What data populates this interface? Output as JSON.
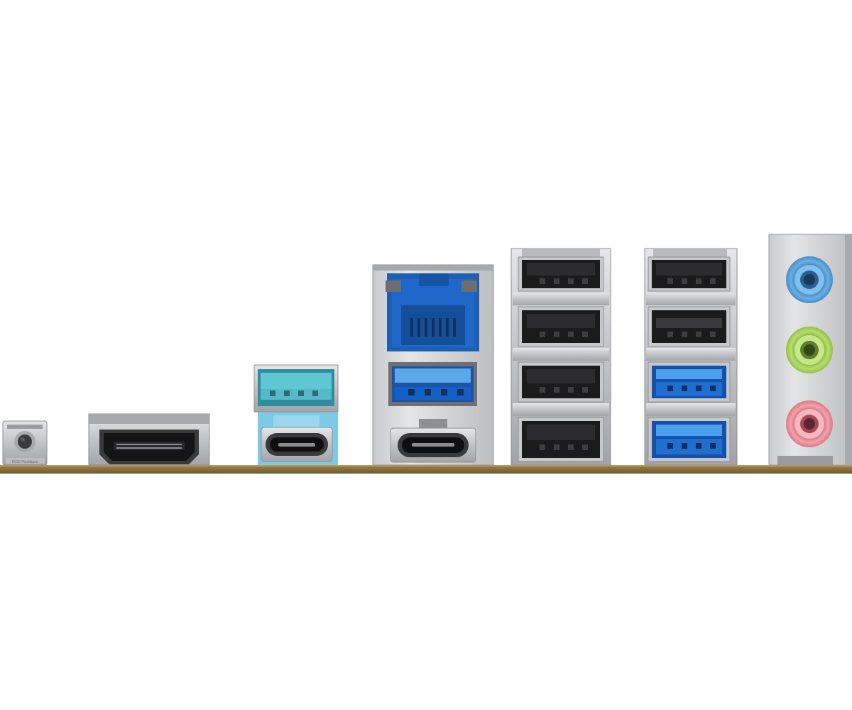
{
  "scene": {
    "subject": "motherboard-rear-io-panel",
    "background_color": "#ffffff",
    "pcb_color": "#8a7040",
    "button_label_text": "BIOS Flashback"
  },
  "colors": {
    "steel_light": "#d9d9db",
    "steel_mid": "#b8b9bc",
    "steel_dark": "#8e8f93",
    "port_black": "#1b1b1c",
    "usb2_insert": "#2c2c2e",
    "usb3_blue": "#1f6fd0",
    "usb3_insert_blue": "#1560c4",
    "usb3_top_light_blue": "#5fc6d4",
    "usb3_top_housing": "#7cc9e8",
    "rj45_blue": "#1f68c9",
    "audio_blue": "#5aa4d8",
    "audio_green": "#a6d15a",
    "audio_pink": "#e88c96"
  },
  "ports": [
    {
      "name": "bios-flashback-button",
      "kind": "button"
    },
    {
      "name": "hdmi-port",
      "kind": "hdmi"
    },
    {
      "name": "usb-a-port",
      "kind": "usb3",
      "color": "light-blue"
    },
    {
      "name": "usb-c-port",
      "kind": "usb-c"
    },
    {
      "name": "rj45-lan-port",
      "kind": "rj45"
    },
    {
      "name": "usb-a-port",
      "kind": "usb3",
      "color": "blue"
    },
    {
      "name": "usb-c-port",
      "kind": "usb-c"
    },
    {
      "name": "usb-a-stack-left",
      "kind": "usb2",
      "count": 4
    },
    {
      "name": "usb-a-stack-right",
      "kind": "mixed",
      "count": 4
    },
    {
      "name": "audio-jacks",
      "kind": "audio",
      "colors": [
        "blue",
        "green",
        "pink"
      ]
    }
  ]
}
